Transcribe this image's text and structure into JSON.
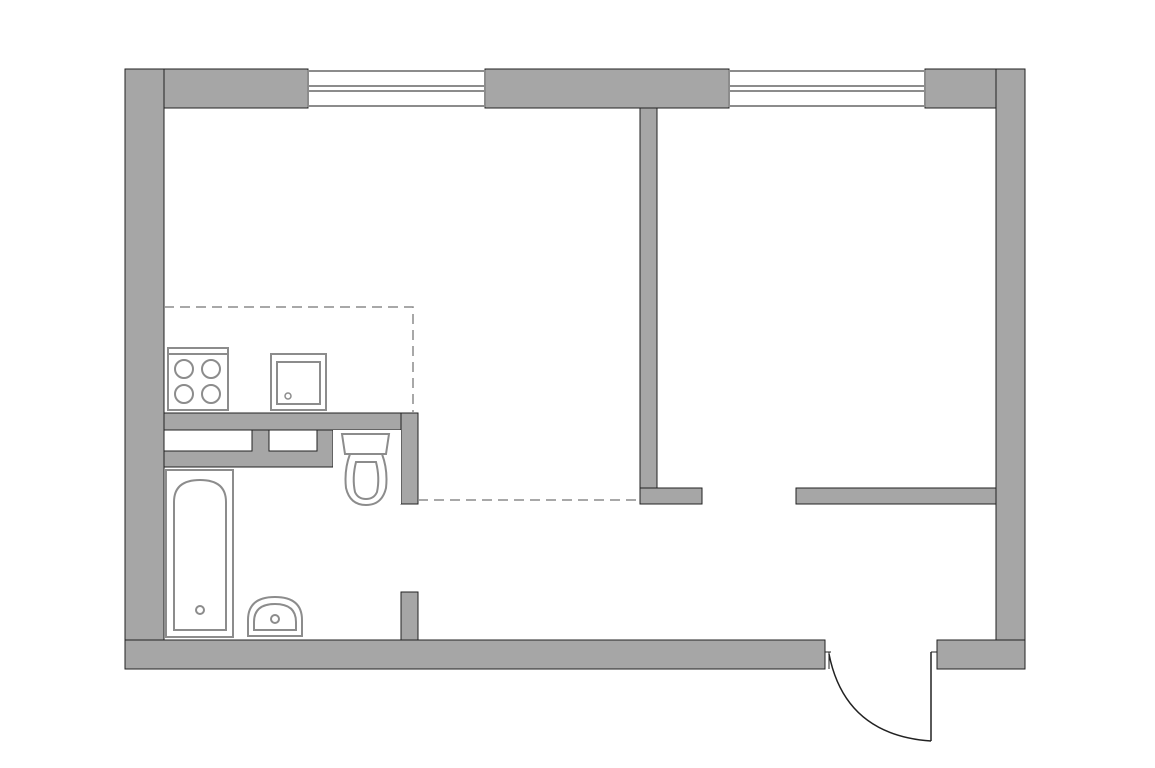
{
  "colors": {
    "wall_fill": "#a6a6a6",
    "wall_stroke": "#222222",
    "fixture_stroke": "#8c8c8c",
    "background": "#ffffff",
    "door_stroke": "#222222"
  },
  "plan": {
    "rooms": [
      "living-room",
      "bedroom",
      "bathroom",
      "hallway"
    ],
    "fixtures": [
      "stove",
      "kitchen-sink",
      "bathtub",
      "toilet",
      "washbasin"
    ],
    "openings": [
      "window-left",
      "window-right",
      "entrance-door"
    ]
  }
}
